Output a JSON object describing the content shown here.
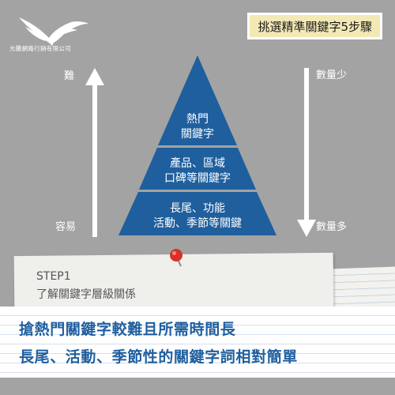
{
  "header": {
    "company": "允騰網路行銷有限公司",
    "title": "挑選精準關鍵字5步驟"
  },
  "labels": {
    "hard": "難",
    "easy": "容易",
    "few": "數量少",
    "many": "數量多"
  },
  "pyramid": {
    "level1": "熱門\n關鍵字",
    "level2": "產品、區域\n口碑等關鍵字",
    "level3": "長尾、功能\n活動、季節等關鍵"
  },
  "step": {
    "number": "STEP1",
    "title": "了解關鍵字層級關係"
  },
  "note": {
    "line1": "搶熱門關鍵字較難且所需時間長",
    "line2": "長尾、活動、季節性的關鍵字詞相對簡單"
  },
  "colors": {
    "background": "#a3a3a3",
    "pyramid": "#1f5f9e",
    "badge": "#f3e9b4",
    "note_text": "#1f5f9e"
  },
  "icons": {
    "logo": "eagle-logo-icon",
    "up": "arrow-up-icon",
    "down": "arrow-down-icon",
    "pin": "push-pin-icon"
  }
}
